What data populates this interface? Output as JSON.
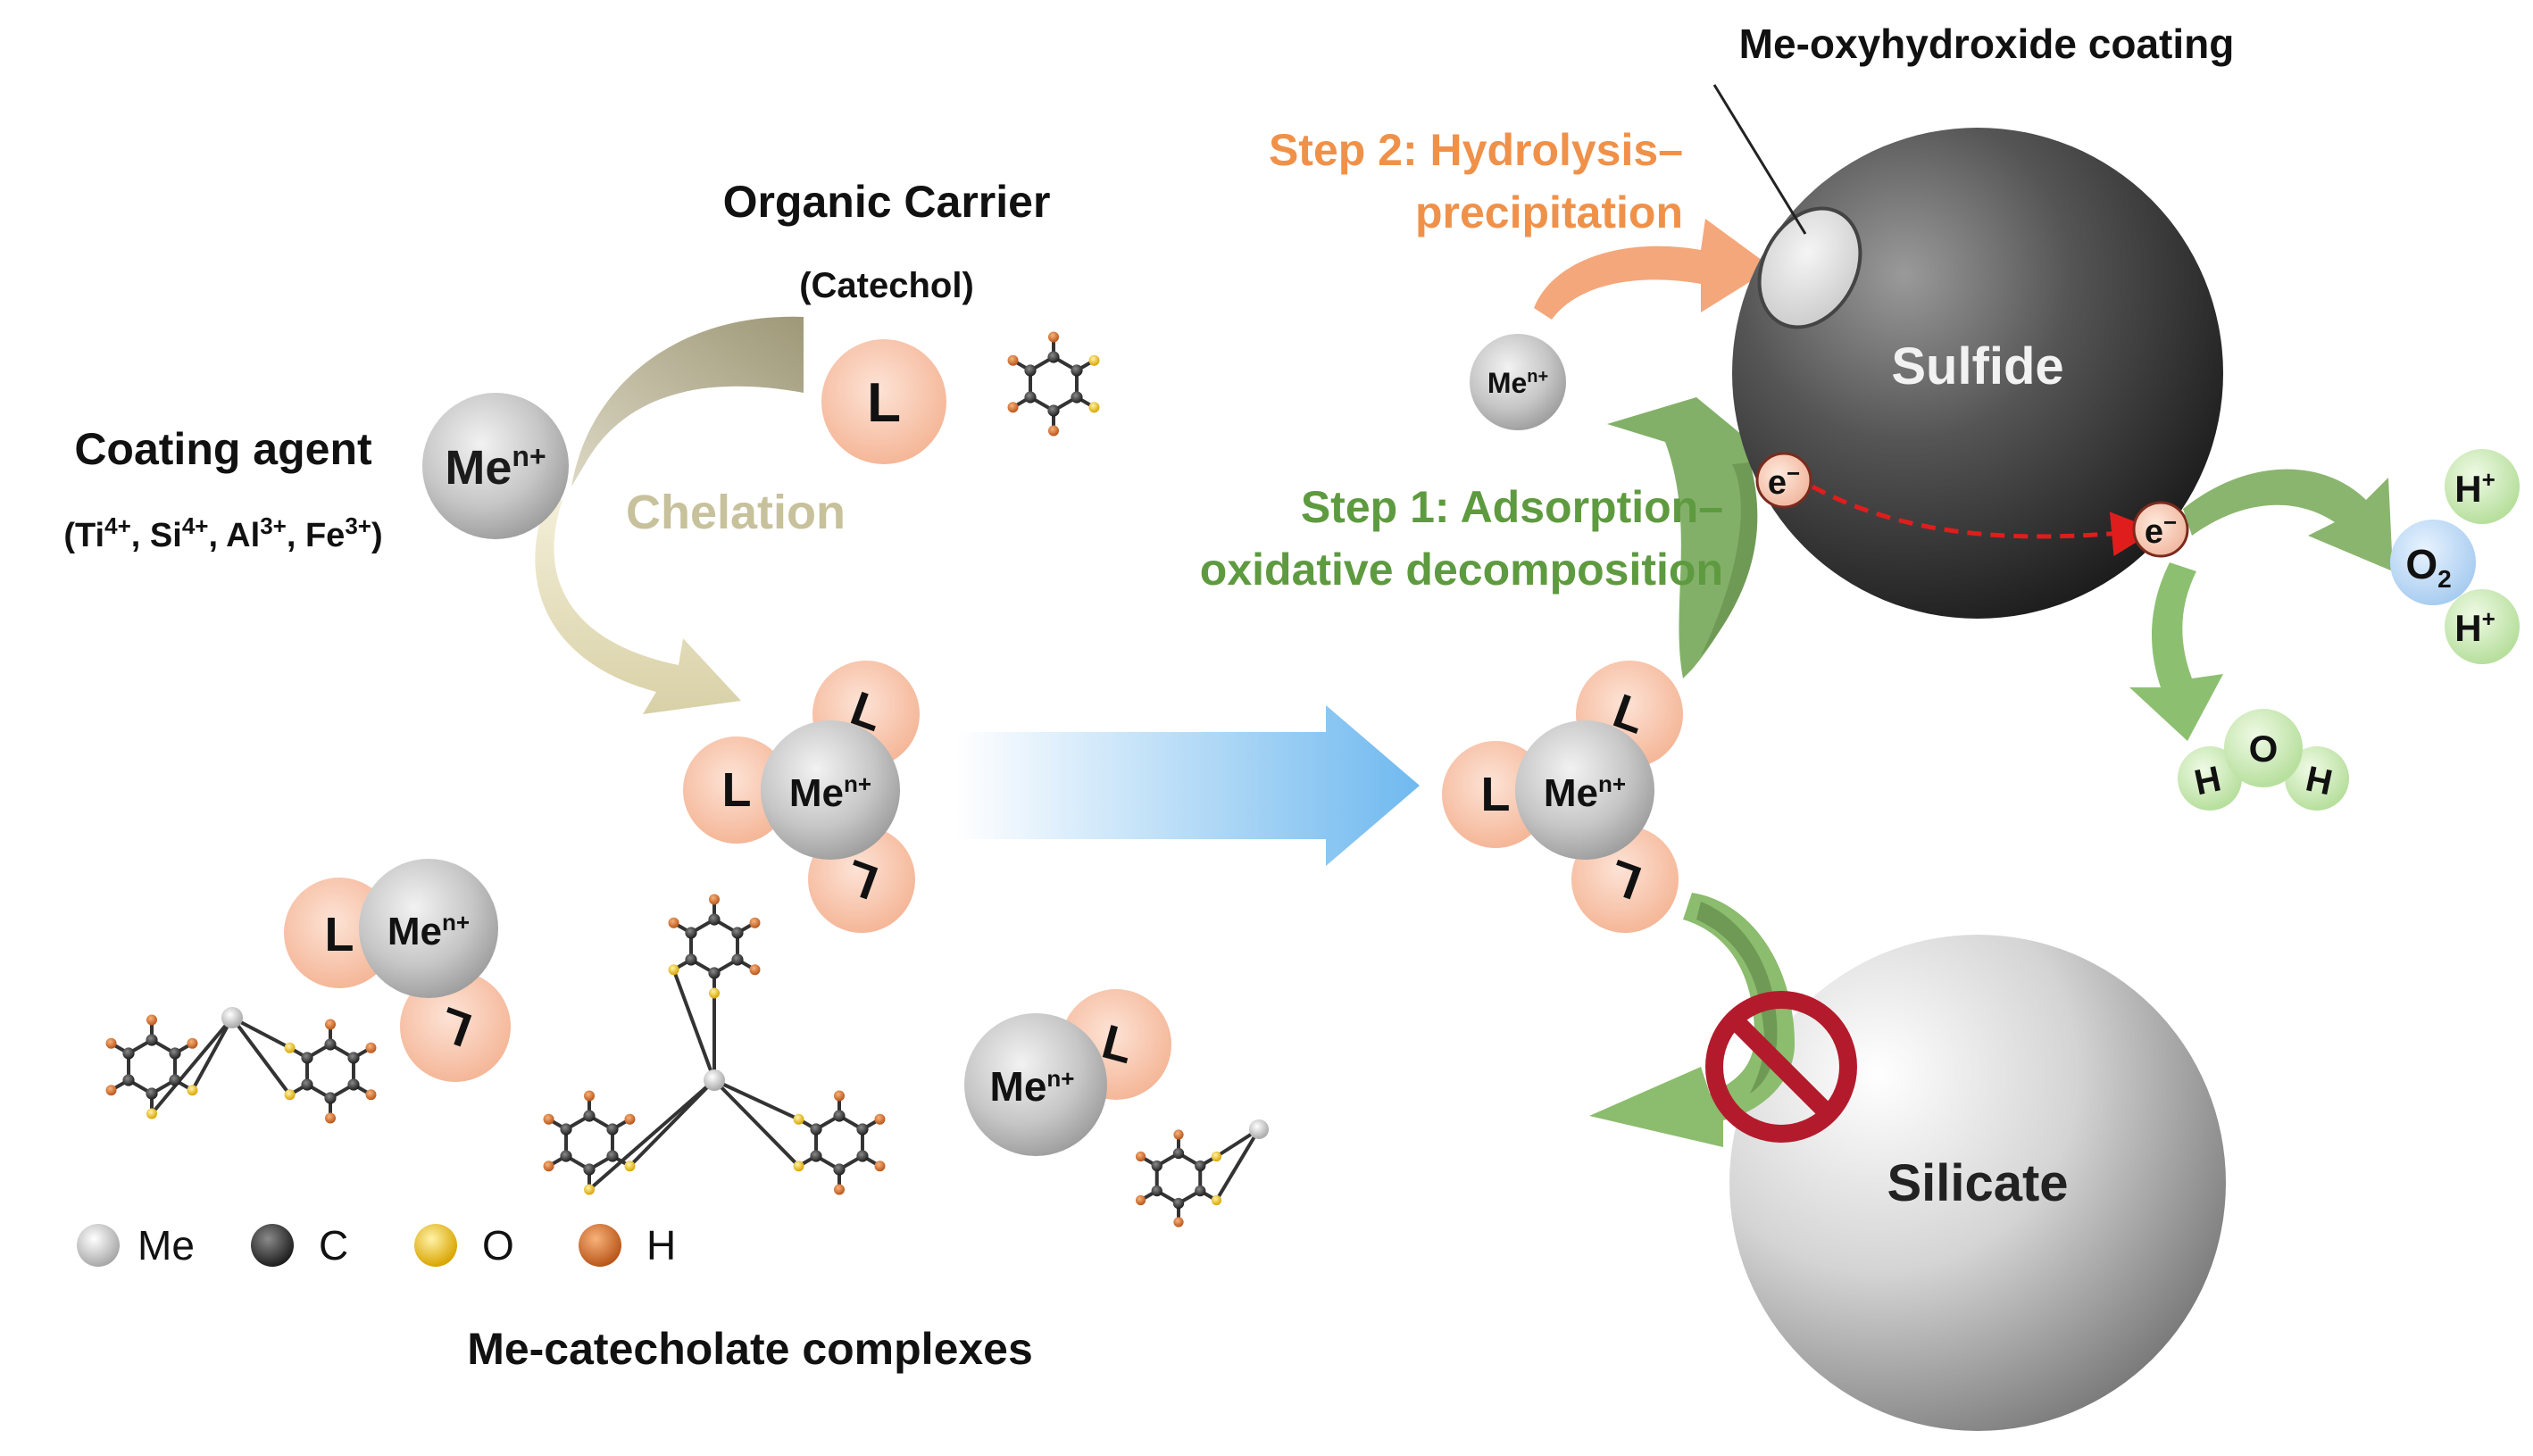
{
  "coating_agent": {
    "title": "Coating agent",
    "ions_parts": [
      "(Ti",
      "4+",
      ", Si",
      "4+",
      ", Al",
      "3+",
      ", Fe",
      "3+",
      ")"
    ]
  },
  "organic_carrier": {
    "title": "Organic Carrier",
    "subtitle": "(Catechol)"
  },
  "chelation_label": "Chelation",
  "metal_ion": {
    "base": "Me",
    "charge": "n+"
  },
  "ligand_label": "L",
  "complexes_caption": "Me-catecholate complexes",
  "legend": [
    {
      "label": "Me",
      "color": "#e8e8e8"
    },
    {
      "label": "C",
      "color": "#3a3a3a"
    },
    {
      "label": "O",
      "color": "#e6b800"
    },
    {
      "label": "H",
      "color": "#d86a1c"
    }
  ],
  "step1": {
    "line1": "Step 1: Adsorption–",
    "line2": "oxidative decomposition",
    "color": "#5e9a3f"
  },
  "step2": {
    "line1": "Step 2: Hydrolysis–",
    "line2": "precipitation",
    "color": "#f0914a"
  },
  "coating_label": "Me-oxyhydroxide coating",
  "sulfide_label": "Sulfide",
  "silicate_label": "Silicate",
  "electron": {
    "base": "e",
    "charge": "−"
  },
  "proton": {
    "base": "H",
    "charge": "+"
  },
  "oxygen": {
    "base": "O",
    "sub": "2"
  },
  "water": {
    "h": "H",
    "o": "O"
  },
  "colors": {
    "ligand_fill": "#f9c6ad",
    "metal_fill": "#c9c9c9",
    "chelation_arrow": "#c8c39e",
    "big_arrow": "#7cc0f0",
    "green_arrow": "#8cbc6e",
    "orange_arrow": "#f2a070",
    "forbidden": "#b31b2c"
  }
}
